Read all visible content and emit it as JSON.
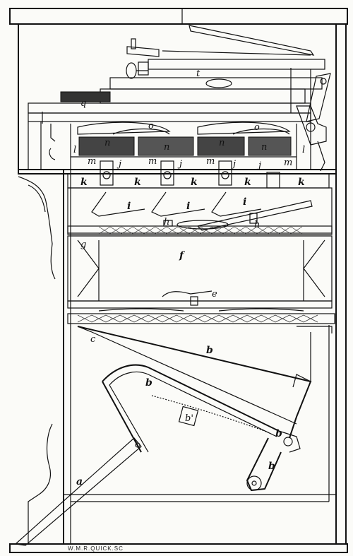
{
  "engraver": "W.M.R.QUICK.SC",
  "labels": {
    "t": "t",
    "q": "q",
    "o": "o",
    "n": "n",
    "l": "l",
    "m": "m",
    "j": "j",
    "k": "k",
    "i": "i",
    "h": "h",
    "g": "g",
    "f": "f",
    "e": "e",
    "c": "c",
    "b": "b",
    "b_prime": "b'",
    "a": "a"
  }
}
